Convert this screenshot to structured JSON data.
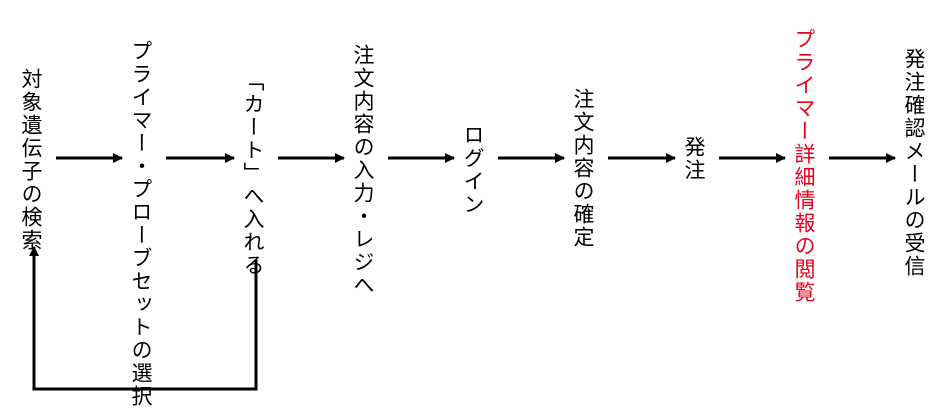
{
  "steps": [
    {
      "label": "対象遺伝子の検索",
      "color": "#000000"
    },
    {
      "label": "プライマー・プローブセットの選択",
      "color": "#000000"
    },
    {
      "label": "「カート」へ入れる",
      "color": "#000000"
    },
    {
      "label": "注文内容の入力・レジへ",
      "color": "#000000"
    },
    {
      "label": "ログイン",
      "color": "#000000"
    },
    {
      "label": "注文内容の確定",
      "color": "#000000"
    },
    {
      "label": "発注",
      "color": "#000000"
    },
    {
      "label": "プライマー詳細情報の閲覧",
      "color": "#e8001c"
    },
    {
      "label": "発注確認メールの受信",
      "color": "#000000"
    }
  ],
  "connections": [
    {
      "from": 0,
      "to": 1,
      "type": "arrow"
    },
    {
      "from": 1,
      "to": 2,
      "type": "arrow"
    },
    {
      "from": 2,
      "to": 3,
      "type": "arrow"
    },
    {
      "from": 3,
      "to": 4,
      "type": "arrow"
    },
    {
      "from": 4,
      "to": 5,
      "type": "arrow"
    },
    {
      "from": 5,
      "to": 6,
      "type": "arrow"
    },
    {
      "from": 6,
      "to": 7,
      "type": "arrow"
    },
    {
      "from": 7,
      "to": 8,
      "type": "arrow"
    },
    {
      "from": 2,
      "to": 0,
      "type": "loop-back"
    }
  ]
}
